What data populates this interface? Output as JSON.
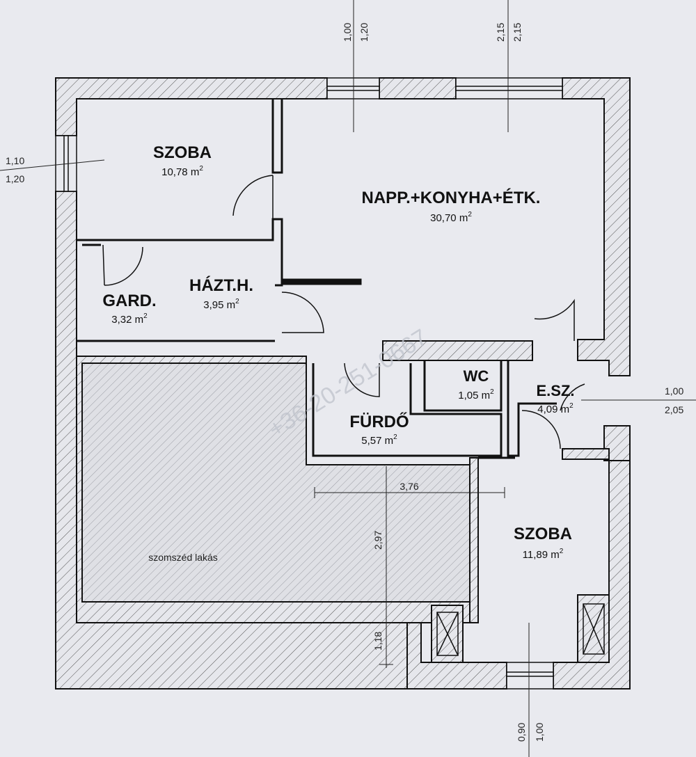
{
  "rooms": [
    {
      "name": "SZOBA",
      "area": "10,78 m",
      "area_sup": "2"
    },
    {
      "name": "NAPP.+KONYHA+ÉTK.",
      "area": "30,70 m",
      "area_sup": "2"
    },
    {
      "name": "GARD.",
      "area": "3,32 m",
      "area_sup": "2"
    },
    {
      "name": "HÁZT.H.",
      "area": "3,95 m",
      "area_sup": "2"
    },
    {
      "name": "WC",
      "area": "1,05 m",
      "area_sup": "2"
    },
    {
      "name": "E.SZ.",
      "area": "4,09 m",
      "area_sup": "2"
    },
    {
      "name": "FÜRDŐ",
      "area": "5,57 m",
      "area_sup": "2"
    },
    {
      "name": "SZOBA",
      "area": "11,89 m",
      "area_sup": "2"
    }
  ],
  "neighbor_label": "szomszéd lakás",
  "window_dims": {
    "top_left": [
      "1,00",
      "1,20"
    ],
    "top_right": [
      "2,15",
      "2,15"
    ],
    "left": [
      "1,10",
      "1,20"
    ],
    "right": [
      "1,00",
      "2,05"
    ],
    "bottom": [
      "0,90",
      "1,00"
    ]
  },
  "measure_dims": {
    "width": "3,76",
    "height": "2,97",
    "bottom": "1,18"
  },
  "watermark": "+36-20-251-0667"
}
